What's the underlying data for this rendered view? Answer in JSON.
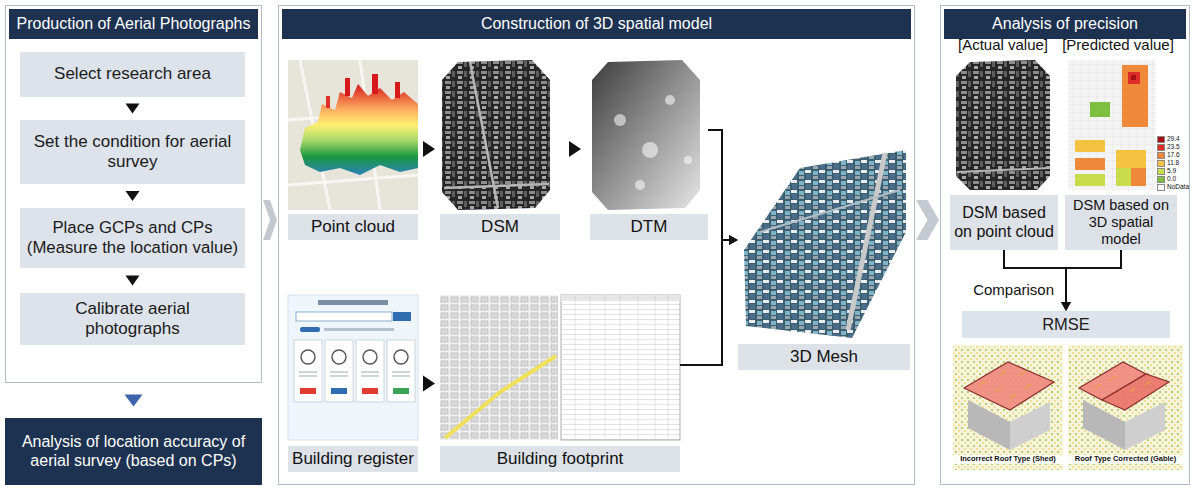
{
  "diagram": {
    "nodes": [
      {
        "text": [
          "Production of Aerial Photographs"
        ]
      },
      {
        "text": [
          "Select research area"
        ],
        "in": 0
      },
      {
        "text": [
          "Set the condition for aerial survey"
        ],
        "in": 0
      },
      {
        "text": [
          "Place GCPs and CPs (Measure the location value)"
        ],
        "in": 0
      },
      {
        "text": [
          "Calibrate aerial photographs"
        ],
        "in": 0
      },
      {
        "text": [
          "Analysis of location accuracy of aerial survey (based on CPs)"
        ]
      },
      {
        "text": [
          "Construction of 3D spatial model"
        ]
      },
      {
        "text": [
          "Point cloud"
        ],
        "in": 6
      },
      {
        "text": [
          "DSM"
        ],
        "in": 6
      },
      {
        "text": [
          "DTM"
        ],
        "in": 6
      },
      {
        "text": [
          "Building register"
        ],
        "in": 6
      },
      {
        "text": [
          "Building footprint"
        ],
        "in": 6
      },
      {
        "text": [
          "3D Mesh"
        ],
        "in": 6
      },
      {
        "text": [
          "Analysis of precision"
        ]
      },
      {
        "text": [
          "DSM based on point cloud"
        ],
        "in": 13
      },
      {
        "text": [
          "DSM based on 3D spatial model"
        ],
        "in": 13
      },
      {
        "text": [
          "RMSE"
        ],
        "in": 13
      }
    ],
    "edges": [
      {
        "from": 1,
        "to": 2,
        "arrow": "to"
      },
      {
        "from": 2,
        "to": 3,
        "arrow": "to"
      },
      {
        "from": 3,
        "to": 4,
        "arrow": "to"
      },
      {
        "from": 0,
        "to": 5,
        "arrow": "to"
      },
      {
        "from": 0,
        "to": 6,
        "arrow": "to"
      },
      {
        "from": 6,
        "to": 13,
        "arrow": "to"
      },
      {
        "from": 7,
        "to": 8,
        "arrow": "to"
      },
      {
        "from": 8,
        "to": 9,
        "arrow": "to"
      },
      {
        "from": 9,
        "to": 12,
        "arrow": "to"
      },
      {
        "from": 10,
        "to": 11,
        "arrow": "to"
      },
      {
        "from": 11,
        "to": 12,
        "arrow": "to"
      },
      {
        "from": 14,
        "to": 16,
        "label": "Comparison",
        "arrow": "to"
      },
      {
        "from": 15,
        "to": 16,
        "arrow": "to"
      }
    ],
    "labels": [
      "[Actual value]",
      "[Predicted value]",
      "Incorrect Roof Type (Shed)",
      "Roof Type Corrected (Gable)"
    ],
    "legend": [
      {
        "text": "29.4",
        "color": "#a50f15"
      },
      {
        "text": "23.5",
        "color": "#de2d26"
      },
      {
        "text": "17.6",
        "color": "#f0883a"
      },
      {
        "text": "11.8",
        "color": "#f5c342"
      },
      {
        "text": "5.9",
        "color": "#c9dc4b"
      },
      {
        "text": "0.0",
        "color": "#7fbf3f"
      },
      {
        "text": "NoData",
        "color": "#ffffff"
      }
    ]
  }
}
